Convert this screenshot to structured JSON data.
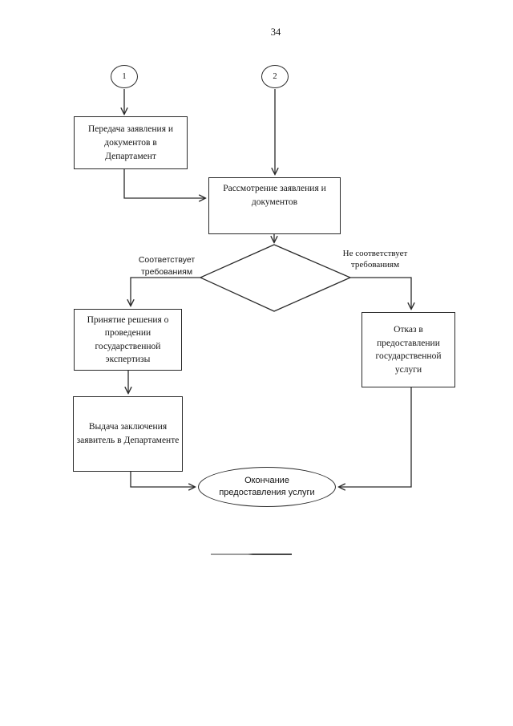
{
  "page": {
    "number": "34"
  },
  "flowchart": {
    "connector_1": "1",
    "connector_2": "2",
    "box_transfer": "Передача заявления и\nдокументов в\nДепартамент",
    "box_review": "Рассмотрение заявления и\nдокументов",
    "decision_yes_label": "Соответствует\nтребованиям",
    "decision_no_label": "Не соответствует\nтребованиям",
    "box_approve": "Принятие решения о\nпроведении\nгосударственной\nэкспертизы",
    "box_refuse": "Отказ в\nпредоставлении\nгосударственной\nуслуги",
    "box_issue": "Выдача заключения\nзаявитель в Департаменте",
    "terminator_end": "Окончание\nпредоставления услуги"
  },
  "colors": {
    "line": "#2a2a2a",
    "text": "#141414",
    "background": "#ffffff"
  }
}
